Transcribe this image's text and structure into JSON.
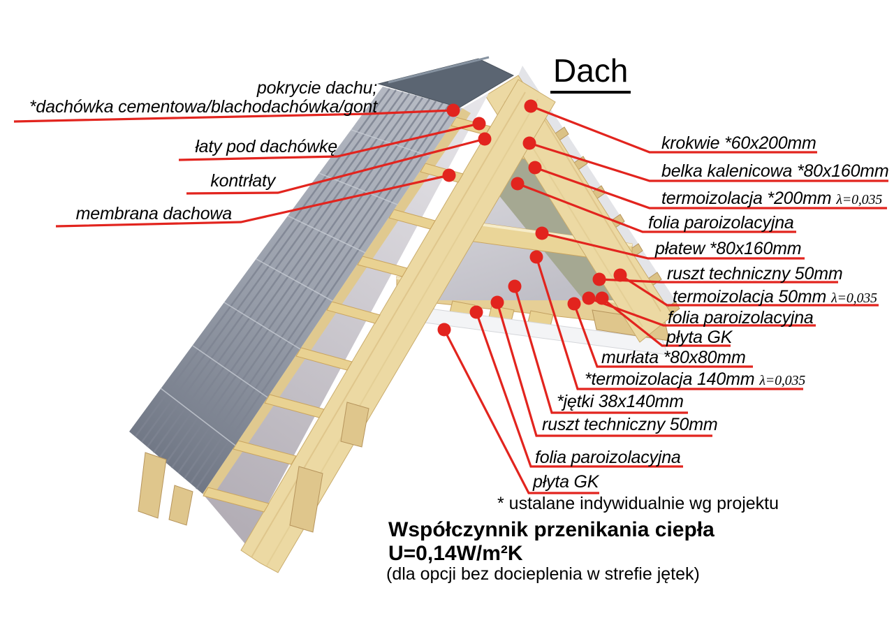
{
  "title": "Dach",
  "colors": {
    "accent_red": "#e2241e",
    "tile_gray": "#8a909c",
    "ridge_gray": "#5b6572",
    "membrane_gray": "#c9c5cc",
    "wood_light": "#ecd9a3",
    "insulation_green": "#a5a892",
    "foil_gray": "#cfced4"
  },
  "labels_left": [
    {
      "text": "pokrycie dachu;",
      "text2": "*dachówka cementowa/blachodachówka/gont"
    },
    {
      "text": "łaty pod dachówkę"
    },
    {
      "text": "kontrłaty"
    },
    {
      "text": "membrana dachowa"
    }
  ],
  "labels_right": [
    {
      "text": "krokwie *60x200mm"
    },
    {
      "text": "belka kalenicowa *80x160mm"
    },
    {
      "text": "termoizolacja *200mm",
      "lambda": "λ=0,035"
    },
    {
      "text": "folia paroizolacyjna"
    },
    {
      "text": "płatew *80x160mm"
    },
    {
      "text": "ruszt techniczny 50mm"
    },
    {
      "text": "termoizolacja 50mm",
      "lambda": "λ=0,035"
    },
    {
      "text": "folia paroizolacyjna"
    },
    {
      "text": "płyta GK"
    },
    {
      "text": "murłata *80x80mm"
    },
    {
      "text": "*termoizolacja 140mm",
      "lambda": "λ=0,035"
    },
    {
      "text": "*jętki 38x140mm"
    },
    {
      "text": "ruszt techniczny 50mm"
    },
    {
      "text": "folia paroizolacyjna"
    },
    {
      "text": "płyta GK"
    }
  ],
  "footnote": "* ustalane indywidualnie wg projektu",
  "summary": {
    "line1": "Współczynnik przenikania ciepła",
    "line2": "U=0,14W/m²K",
    "line3": "(dla opcji bez docieplenia w strefie jętek)"
  }
}
